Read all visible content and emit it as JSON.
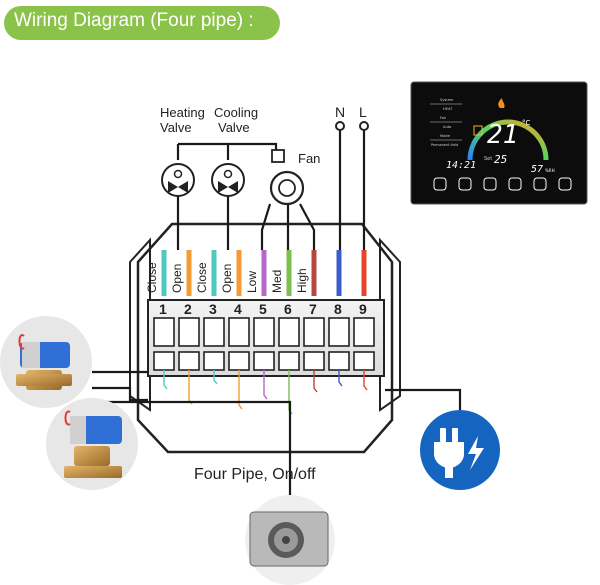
{
  "title": "Wiring Diagram (Four pipe) :",
  "labels": {
    "heating_valve_line1": "Heating",
    "heating_valve_line2": "Valve",
    "cooling_valve_line1": "Cooling",
    "cooling_valve_line2": "Valve",
    "fan": "Fan",
    "neutral": "N",
    "live": "L",
    "caption": "Four Pipe, On/off"
  },
  "terminals": [
    {
      "number": "1",
      "function": "Close",
      "color": "#4ec9c0"
    },
    {
      "number": "2",
      "function": "Open",
      "color": "#f39c34"
    },
    {
      "number": "3",
      "function": "Close",
      "color": "#4ec9c0"
    },
    {
      "number": "4",
      "function": "Open",
      "color": "#f39c34"
    },
    {
      "number": "5",
      "function": "Low",
      "color": "#b667c8"
    },
    {
      "number": "6",
      "function": "Med",
      "color": "#7dbf4e"
    },
    {
      "number": "7",
      "function": "High",
      "color": "#b5473f"
    },
    {
      "number": "8",
      "function": "",
      "color": "#3a5ec9"
    },
    {
      "number": "9",
      "function": "",
      "color": "#e8432d"
    }
  ],
  "thermostat_display": {
    "temperature": "21",
    "unit": "°C",
    "clock": "14:21",
    "set_label": "Set",
    "set_temperature": "25",
    "humidity": "57",
    "humidity_unit": "%RH",
    "menu": [
      "System",
      "HEAT",
      "Fan",
      "Auto",
      "Mode",
      "Permanent Hold"
    ],
    "button_icons": [
      "power-icon",
      "menu-icon",
      "fahrenheit-icon",
      "clock-icon",
      "home-icon",
      "wifi-icon"
    ]
  },
  "colors": {
    "title_bg": "#8bc34a",
    "wire": "#1a1a1a",
    "plug_circle": "#1565c0"
  }
}
